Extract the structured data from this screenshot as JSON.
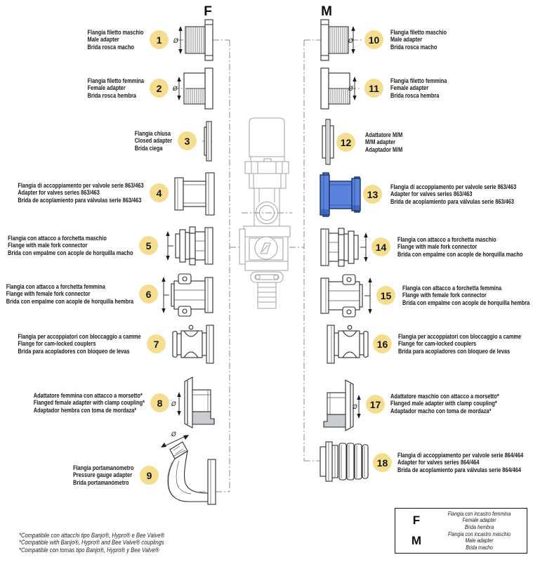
{
  "page": {
    "column_f_label": "F",
    "column_m_label": "M",
    "diameter_symbol": "Ø"
  },
  "colors": {
    "badge_yellow": "#F5DD90",
    "highlight_blue": "#5B83DC"
  },
  "items": [
    {
      "number": "1",
      "lines": [
        "Flangia filetto maschio",
        "Male adapter",
        "Brida rosca macho"
      ]
    },
    {
      "number": "2",
      "lines": [
        "Flangia filetto femmina",
        "Female adapter",
        "Brida rosca hembra"
      ]
    },
    {
      "number": "3",
      "lines": [
        "Flangia chiusa",
        "Closed adapter",
        "Brida ciega"
      ]
    },
    {
      "number": "4",
      "lines": [
        "Flangia di accoppiamento per valvole serie 863/463",
        "Adapter for valves series 863/463",
        "Brida de acoplamiento para válvulas serie 863/463"
      ]
    },
    {
      "number": "5",
      "lines": [
        "Flangia con attacco a forchetta maschio",
        "Flange with male fork connector",
        "Brida con empalme con acople de horquilla macho"
      ]
    },
    {
      "number": "6",
      "lines": [
        "Flangia con attacco a forchetta femmina",
        "Flange with female fork connector",
        "Brida con empalme con acople de horquilla hembra"
      ]
    },
    {
      "number": "7",
      "lines": [
        "Flangia per accoppiatori con bloccaggio a camme",
        "Flange for cam-locked couplers",
        "Brida para acopladores con bloqueo de levas"
      ]
    },
    {
      "number": "8",
      "lines": [
        "Adattatore femmina con attacco a morsetto*",
        "Flanged female adapter with clamp coupling*",
        "Adaptador hembra con toma de mordaza*"
      ]
    },
    {
      "number": "9",
      "lines": [
        "Flangia portamanometro",
        "Pressure gauge adapter",
        "Brida portamanómetro"
      ]
    },
    {
      "number": "10",
      "lines": [
        "Flangia filetto maschio",
        "Male adapter",
        "Brida rosca macho"
      ]
    },
    {
      "number": "11",
      "lines": [
        "Flangia filetto femmina",
        "Female adapter",
        "Brida rosca hembra"
      ]
    },
    {
      "number": "12",
      "lines": [
        "Adattatore M/M",
        "M/M adapter",
        "Adaptador M/M"
      ]
    },
    {
      "number": "13",
      "lines": [
        "Flangia di accoppiamento per valvole serie 863/463",
        "Adapter for valves series 863/463",
        "Brida de acoplamiento para válvulas serie 863/463"
      ]
    },
    {
      "number": "14",
      "lines": [
        "Flangia con attacco a forchetta maschio",
        "Flange with male fork connector",
        "Brida con empalme con acople de horquilla macho"
      ]
    },
    {
      "number": "15",
      "lines": [
        "Flangia con attacco a forchetta femmina",
        "Flange with female fork connector",
        "Brida con empalme con acople de horquilla hembra"
      ]
    },
    {
      "number": "16",
      "lines": [
        "Flangia per accoppiatori con bloccaggio a camme",
        "Flange for cam-locked couplers",
        "Brida para acopladores con bloqueo de levas"
      ]
    },
    {
      "number": "17",
      "lines": [
        "Adattatore maschio con attacco a morsetto*",
        "Flanged male adapter with clamp coupling*",
        "Adaptador macho con toma de mordaza*"
      ]
    },
    {
      "number": "18",
      "lines": [
        "Flangia di accoppiamento per valvole serie 864/464",
        "Adapter for valves series 864/464",
        "Brida de acoplamiento para válvulas serie 864/464"
      ]
    }
  ],
  "footnotes": [
    "*Compatibile con attacchi tipo Banjo®, Hypro® e Bee Valve®",
    "*Compatible with Banjo®, Hypro® and Bee Valve® couplings",
    "*Compatible con tomas tipo Banjo®, Hypro® y Bee Valve®"
  ],
  "legend": {
    "f": {
      "label": "F",
      "lines": [
        "Flangia con incastro femmina",
        "Female adapter",
        "Brida hembra"
      ]
    },
    "m": {
      "label": "M",
      "lines": [
        "Flangia con incastro maschio",
        "Male adapter",
        "Brida macho"
      ]
    }
  }
}
